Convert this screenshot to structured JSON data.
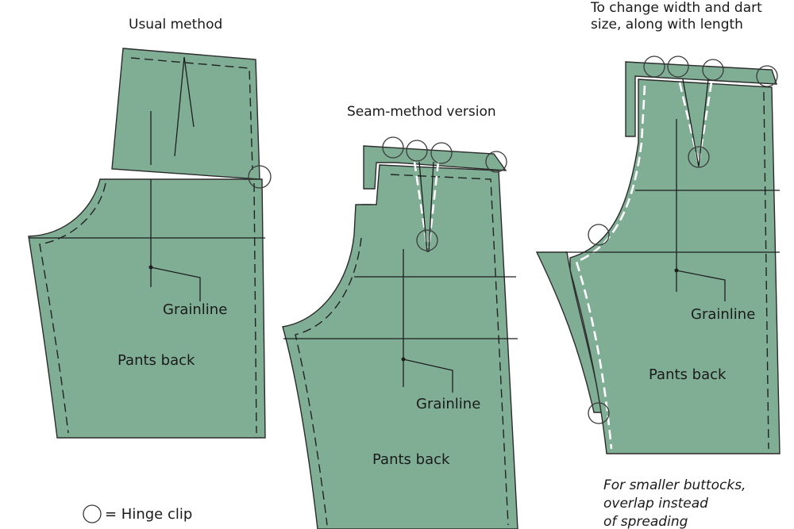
{
  "titles": {
    "usual": "Usual method",
    "seam": "Seam-method version",
    "change_line1": "To change width and dart",
    "change_line2": "size, along with length"
  },
  "labels": {
    "grainline": "Grainline",
    "pants_back": "Pants back"
  },
  "legend": {
    "hinge_clip": "= Hinge clip"
  },
  "note": {
    "line1": "For smaller buttocks,",
    "line2": "overlap instead",
    "line3": "of spreading"
  },
  "colors": {
    "piece": "#7fae95",
    "outline": "#2b2b2b",
    "background": "#ffffff"
  }
}
